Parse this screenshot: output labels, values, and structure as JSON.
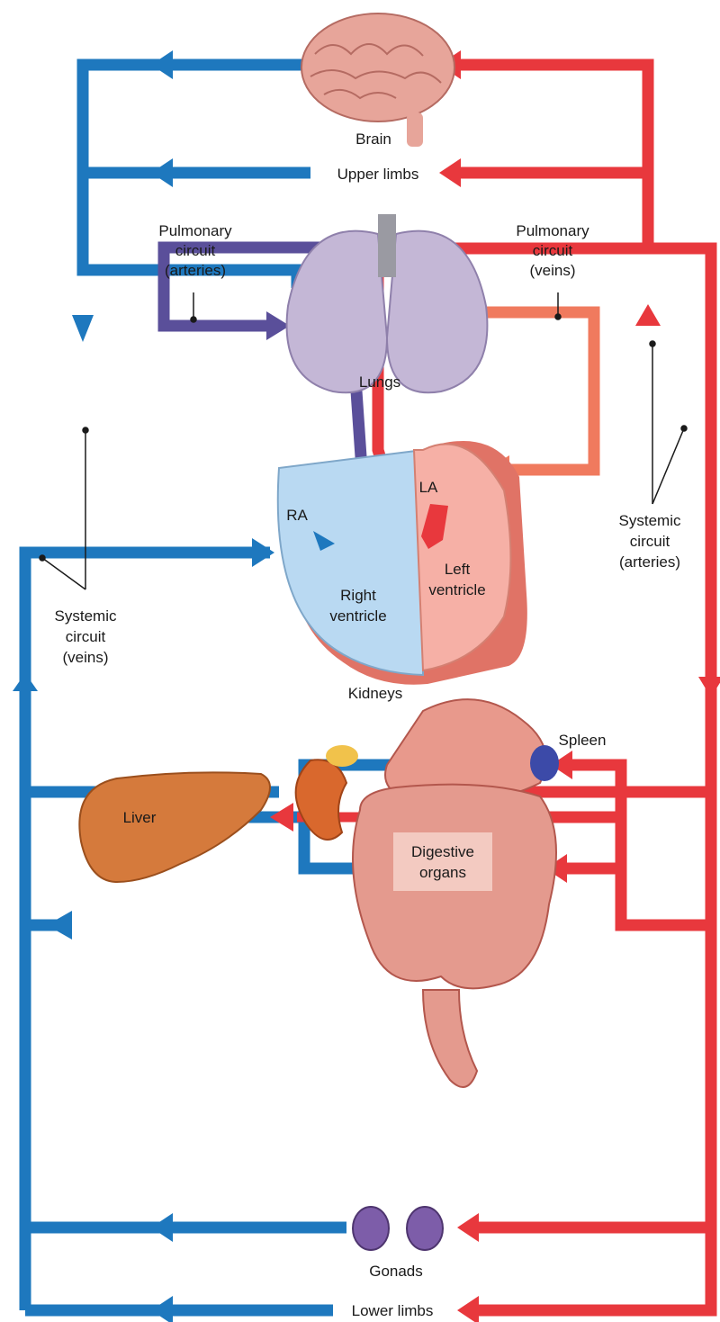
{
  "labels": {
    "brain": "Brain",
    "upper_limbs": "Upper limbs",
    "pulmonary_arteries": [
      "Pulmonary",
      "circuit",
      "(arteries)"
    ],
    "pulmonary_veins": [
      "Pulmonary",
      "circuit",
      "(veins)"
    ],
    "lungs": "Lungs",
    "ra": "RA",
    "la": "LA",
    "right_ventricle": [
      "Right",
      "ventricle"
    ],
    "left_ventricle": [
      "Left",
      "ventricle"
    ],
    "systemic_arteries": [
      "Systemic",
      "circuit",
      "(arteries)"
    ],
    "systemic_veins": [
      "Systemic",
      "circuit",
      "(veins)"
    ],
    "kidneys": "Kidneys",
    "spleen": "Spleen",
    "liver": "Liver",
    "digestive_organs": [
      "Digestive",
      "organs"
    ],
    "gonads": "Gonads",
    "lower_limbs": "Lower limbs"
  },
  "colors": {
    "venous": "#1e78be",
    "arterial": "#e8383d",
    "pulmonary_artery": "#5a4f9a",
    "pulmonary_vein": "#f07a5e",
    "ra_fill": "#b9d9f2",
    "la_fill": "#f6b0a6",
    "organ_orange": "#d9682d"
  }
}
